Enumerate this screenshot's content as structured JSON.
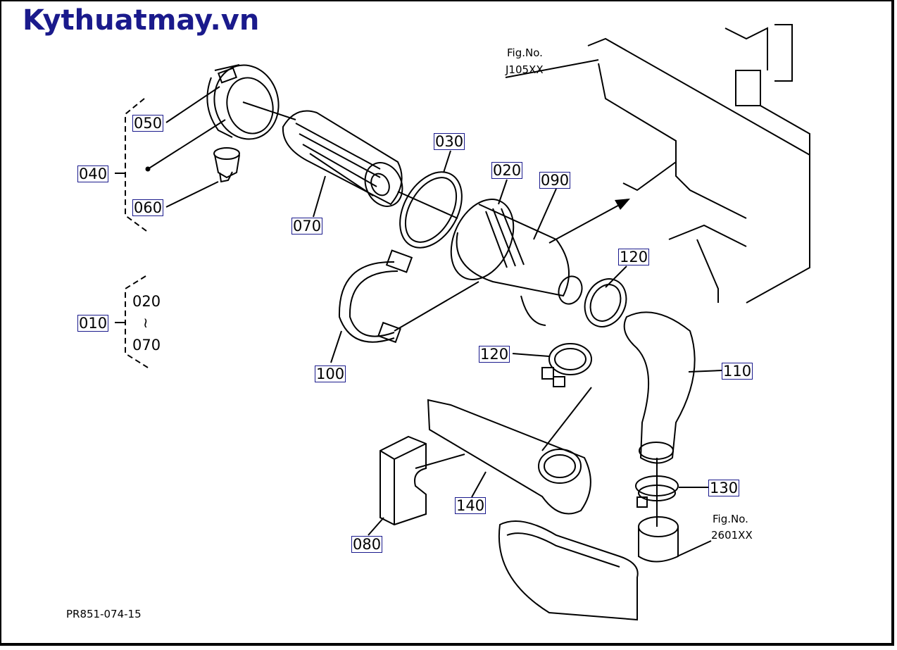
{
  "watermark": "Kythuatmay.vn",
  "drawing_code": "PR851-074-15",
  "fig_refs": [
    {
      "line1": "Fig.No.",
      "line2": "J105XX"
    },
    {
      "line1": "Fig.No.",
      "line2": "2601XX"
    }
  ],
  "parts": {
    "p050": "050",
    "p040": "040",
    "p060": "060",
    "p070": "070",
    "p030": "030",
    "p020": "020",
    "p090": "090",
    "p120a": "120",
    "p120b": "120",
    "p100": "100",
    "p110": "110",
    "p130": "130",
    "p140": "140",
    "p080": "080",
    "p010": "010"
  },
  "range_group": {
    "from": "020",
    "symbol": "≀",
    "to": "070"
  }
}
